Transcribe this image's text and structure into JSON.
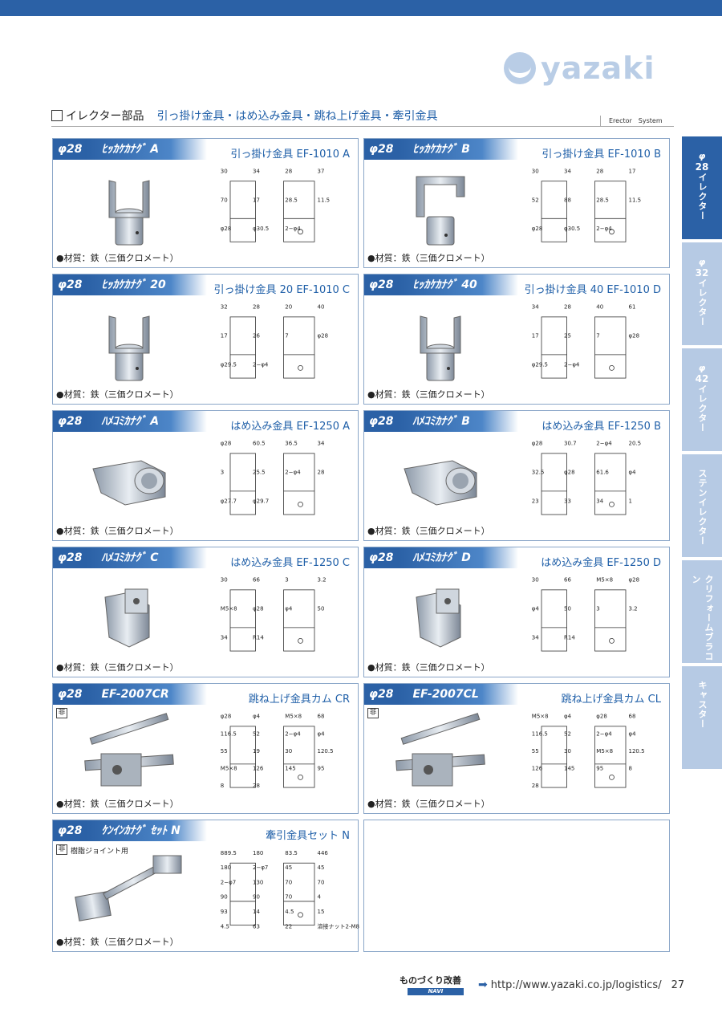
{
  "header": {
    "logo_text": "yazaki",
    "title": "イレクター部品",
    "subtitle": "引っ掛け金具・はめ込み金具・跳ね上げ金具・牽引金具",
    "system_label": "Erector　System"
  },
  "colors": {
    "brand_blue": "#2b61a6",
    "tab_light": "#b6cae4",
    "title_blue": "#1f5fa8"
  },
  "cards": [
    {
      "phi": "φ28",
      "kana": "ﾋｯｶｹｶﾅｸﾞ A",
      "title": "引っ掛け金具  EF-1010 A",
      "material": "●材質：鉄（三価クロメート）",
      "dims": [
        "30",
        "34",
        "28",
        "37",
        "70",
        "17",
        "28.5",
        "11.5",
        "φ28",
        "φ30.5",
        "2−φ4"
      ]
    },
    {
      "phi": "φ28",
      "kana": "ﾋｯｶｹｶﾅｸﾞ B",
      "title": "引っ掛け金具 EF-1010 B",
      "material": "●材質：鉄（三価クロメート）",
      "dims": [
        "30",
        "34",
        "28",
        "17",
        "52",
        "88",
        "28.5",
        "11.5",
        "φ28",
        "φ30.5",
        "2−φ4"
      ]
    },
    {
      "phi": "φ28",
      "kana": "ﾋｯｶｹｶﾅｸﾞ 20",
      "title": "引っ掛け金具 20 EF-1010 C",
      "material": "●材質：鉄（三価クロメート）",
      "dims": [
        "32",
        "28",
        "20",
        "40",
        "17",
        "26",
        "7",
        "φ28",
        "φ29.5",
        "2−φ4"
      ]
    },
    {
      "phi": "φ28",
      "kana": "ﾋｯｶｹｶﾅｸﾞ 40",
      "title": "引っ掛け金具 40 EF-1010 D",
      "material": "●材質：鉄（三価クロメート）",
      "dims": [
        "34",
        "28",
        "40",
        "61",
        "17",
        "25",
        "7",
        "φ28",
        "φ29.5",
        "2−φ4"
      ]
    },
    {
      "phi": "φ28",
      "kana": "ﾊﾒｺﾐｶﾅｸﾞ A",
      "title": "はめ込み金具 EF-1250 A",
      "material": "●材質：鉄（三価クロメート）",
      "dims": [
        "φ28",
        "60.5",
        "36.5",
        "34",
        "3",
        "25.5",
        "2−φ4",
        "28",
        "φ27.7",
        "φ29.7"
      ]
    },
    {
      "phi": "φ28",
      "kana": "ﾊﾒｺﾐｶﾅｸﾞ B",
      "title": "はめ込み金具 EF-1250 B",
      "material": "●材質：鉄（三価クロメート）",
      "dims": [
        "φ28",
        "30.7",
        "2−φ4",
        "20.5",
        "32.5",
        "φ28",
        "61.6",
        "φ4",
        "23",
        "33",
        "34",
        "1"
      ]
    },
    {
      "phi": "φ28",
      "kana": "ﾊﾒｺﾐｶﾅｸﾞ C",
      "title": "はめ込み金具 EF-1250 C",
      "material": "●材質：鉄（三価クロメート）",
      "dims": [
        "30",
        "66",
        "3",
        "3.2",
        "M5×8",
        "φ28",
        "φ4",
        "50",
        "34",
        "R14"
      ]
    },
    {
      "phi": "φ28",
      "kana": "ﾊﾒｺﾐｶﾅｸﾞ D",
      "title": "はめ込み金具 EF-1250 D",
      "material": "●材質：鉄（三価クロメート）",
      "dims": [
        "30",
        "66",
        "M5×8",
        "φ28",
        "φ4",
        "50",
        "3",
        "3.2",
        "34",
        "R14"
      ]
    },
    {
      "phi": "φ28",
      "kana": "EF-2007CR",
      "title": "跳ね上げ金具カム CR",
      "material": "●材質：鉄（三価クロメート）",
      "badge": "非",
      "dims": [
        "φ28",
        "φ4",
        "M5×8",
        "68",
        "116.5",
        "52",
        "2−φ4",
        "φ4",
        "55",
        "19",
        "30",
        "120.5",
        "M5×8",
        "126",
        "145",
        "95",
        "8",
        "28"
      ]
    },
    {
      "phi": "φ28",
      "kana": "EF-2007CL",
      "title": "跳ね上げ金具カム CL",
      "material": "●材質：鉄（三価クロメート）",
      "badge": "非",
      "dims": [
        "M5×8",
        "φ4",
        "φ28",
        "68",
        "116.5",
        "52",
        "2−φ4",
        "φ4",
        "55",
        "30",
        "M5×8",
        "120.5",
        "126",
        "145",
        "95",
        "8",
        "28"
      ]
    },
    {
      "phi": "φ28",
      "kana": "ｹﾝｲﾝｶﾅｸﾞ ｾｯﾄ N",
      "title": "牽引金具セット N",
      "material": "●材質：鉄（三価クロメート）",
      "badge": "非",
      "note": "樹脂ジョイント用",
      "dims": [
        "889.5",
        "180",
        "83.5",
        "446",
        "180",
        "2−φ7",
        "45",
        "45",
        "2−φ7",
        "130",
        "70",
        "70",
        "90",
        "90",
        "70",
        "4",
        "93",
        "14",
        "4.5",
        "15",
        "4.5",
        "63",
        "22",
        "溶接ナット2-M8"
      ]
    }
  ],
  "side_tabs": [
    {
      "phi": "φ",
      "num": "28",
      "label": "イレクター",
      "active": true
    },
    {
      "phi": "φ",
      "num": "32",
      "label": "イレクター",
      "active": false
    },
    {
      "phi": "φ",
      "num": "42",
      "label": "イレクター",
      "active": false
    },
    {
      "phi": "",
      "num": "",
      "label": "ステンイレクター",
      "active": false
    },
    {
      "phi": "",
      "num": "",
      "label": "クリフォームブラコン",
      "active": false
    },
    {
      "phi": "",
      "num": "",
      "label": "キャスター",
      "active": false
    }
  ],
  "footer": {
    "navi_top": "ものづくり改善",
    "navi_bottom": "NAVI",
    "url": "http://www.yazaki.co.jp/logistics/",
    "page": "27"
  }
}
